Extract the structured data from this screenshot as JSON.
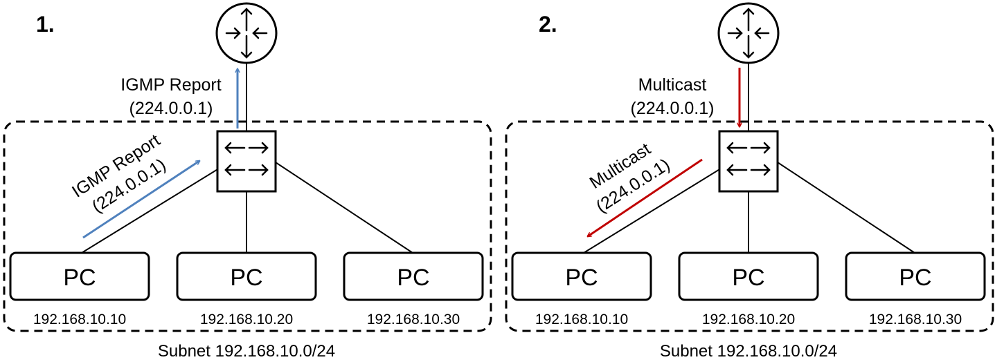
{
  "colors": {
    "report": "#4f81bd",
    "multicast": "#c00000",
    "line": "#000000",
    "background": "#ffffff"
  },
  "icons": {
    "router": "router-icon",
    "switch": "switch-icon"
  },
  "panels": [
    {
      "step": "1.",
      "uplink_label": "IGMP Report",
      "uplink_addr": "(224.0.0.1)",
      "diag_label": "IGMP Report",
      "diag_addr": "(224.0.0.1)",
      "pcs": [
        {
          "label": "PC",
          "ip": "192.168.10.10"
        },
        {
          "label": "PC",
          "ip": "192.168.10.20"
        },
        {
          "label": "PC",
          "ip": "192.168.10.30"
        }
      ],
      "subnet": "Subnet 192.168.10.0/24"
    },
    {
      "step": "2.",
      "uplink_label": "Multicast",
      "uplink_addr": "(224.0.0.1)",
      "diag_label": "Multicast",
      "diag_addr": "(224.0.0.1)",
      "pcs": [
        {
          "label": "PC",
          "ip": "192.168.10.10"
        },
        {
          "label": "PC",
          "ip": "192.168.10.20"
        },
        {
          "label": "PC",
          "ip": "192.168.10.30"
        }
      ],
      "subnet": "Subnet 192.168.10.0/24"
    }
  ]
}
